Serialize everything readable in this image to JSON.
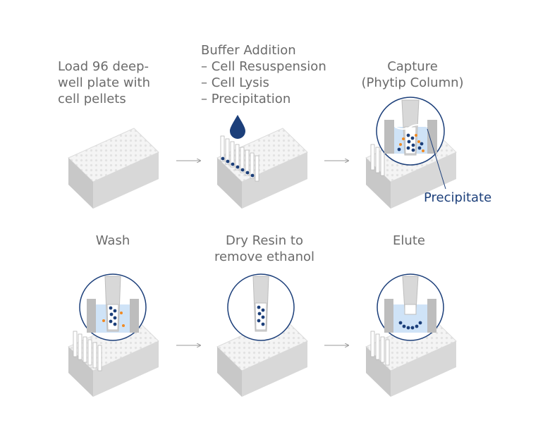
{
  "steps": {
    "load": "Load 96 deep-\nwell plate with\ncell pellets",
    "buffer": "Buffer Addition\n– Cell Resuspension\n– Cell Lysis\n– Precipitation",
    "capture": "Capture\n(Phytip Column)",
    "wash": "Wash",
    "dry": "Dry Resin to\nremove ethanol",
    "elute": "Elute"
  },
  "callout": {
    "precipitate": "Precipitate"
  },
  "colors": {
    "bead": "#1c3f7a",
    "precipitate": "#f08a24",
    "liquid": "#cfe3f7",
    "drop": "#1c3f7a"
  }
}
